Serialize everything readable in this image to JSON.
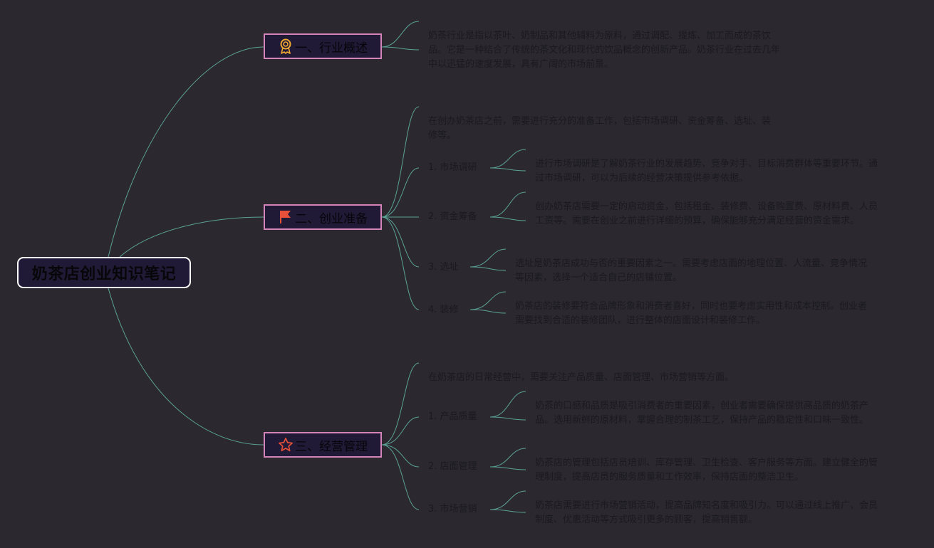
{
  "root": {
    "title": "奶茶店创业知识笔记"
  },
  "branches": [
    {
      "title": "一、行业概述",
      "icon": "award-medal-icon",
      "children": [
        {
          "text": "奶茶行业是指以茶叶、奶制品和其他辅料为原料，通过调配、提炼、加工而成的茶饮品。它是一种结合了传统的茶文化和现代的饮品概念的创新产品。奶茶行业在过去几年中以迅猛的速度发展，具有广阔的市场前景。"
        }
      ]
    },
    {
      "title": "二、创业准备",
      "icon": "red-flag-icon",
      "children": [
        {
          "text": "在创办奶茶店之前，需要进行充分的准备工作，包括市场调研、资金筹备、选址、装修等。"
        },
        {
          "label": "1. 市场调研",
          "text": "进行市场调研是了解奶茶行业的发展趋势、竞争对手、目标消费群体等重要环节。通过市场调研，可以为后续的经营决策提供参考依据。"
        },
        {
          "label": "2. 资金筹备",
          "text": "创办奶茶店需要一定的启动资金，包括租金、装修费、设备购置费、原材料费、人员工资等。需要在创业之前进行详细的预算，确保能够充分满足经营的资金需求。"
        },
        {
          "label": "3. 选址",
          "text": "选址是奶茶店成功与否的重要因素之一。需要考虑店面的地理位置、人流量、竞争情况等因素，选择一个适合自己的店铺位置。"
        },
        {
          "label": "4. 装修",
          "text": "奶茶店的装修要符合品牌形象和消费者喜好，同时也要考虑实用性和成本控制。创业者需要找到合适的装修团队，进行整体的店面设计和装修工作。"
        }
      ]
    },
    {
      "title": "三、经营管理",
      "icon": "star-outline-icon",
      "children": [
        {
          "text": "在奶茶店的日常经营中，需要关注产品质量、店面管理、市场营销等方面。"
        },
        {
          "label": "1. 产品质量",
          "text": "奶茶的口感和品质是吸引消费者的重要因素，创业者需要确保提供高品质的奶茶产品。选用新鲜的原材料，掌握合理的制茶工艺，保持产品的稳定性和口味一致性。"
        },
        {
          "label": "2. 店面管理",
          "text": "奶茶店的管理包括店员培训、库存管理、卫生检查、客户服务等方面。建立健全的管理制度，提高店员的服务质量和工作效率，保持店面的整洁卫生。"
        },
        {
          "label": "3. 市场营销",
          "text": "奶茶店需要进行市场营销活动，提高品牌知名度和吸引力。可以通过线上推广、会员制度、优惠活动等方式吸引更多的顾客，提高销售额。"
        }
      ]
    }
  ],
  "colors": {
    "line": "#5aa294",
    "branch_border": "#d484b8",
    "node_fill": "#201a36",
    "background": "#2b2830"
  }
}
